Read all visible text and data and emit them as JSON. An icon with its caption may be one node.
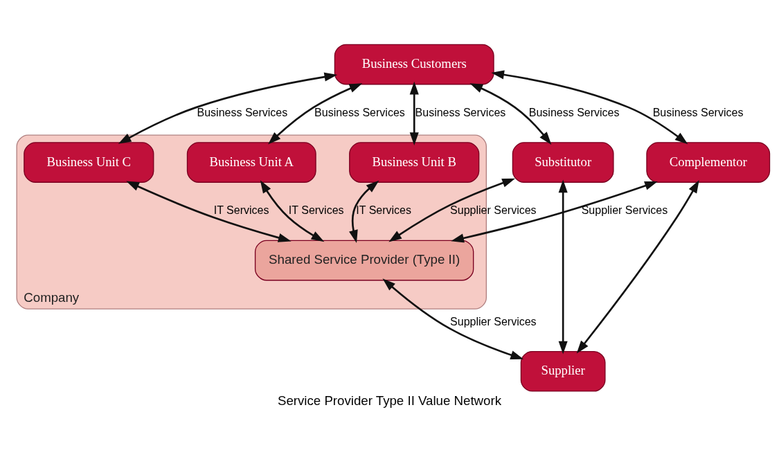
{
  "diagram": {
    "caption": "Service Provider Type II Value Network",
    "nodes": [
      {
        "text": [
          "Business Customers"
        ]
      },
      {
        "text": [
          "Company"
        ]
      },
      {
        "text": [
          "Business Unit A"
        ],
        "in": 1
      },
      {
        "text": [
          "Business Unit B"
        ],
        "in": 1
      },
      {
        "text": [
          "Business Unit C"
        ],
        "in": 1
      },
      {
        "text": [
          "Shared Service Provider (Type II)"
        ],
        "in": 1
      },
      {
        "text": [
          "Complementor"
        ]
      },
      {
        "text": [
          "Substitutor"
        ]
      },
      {
        "text": [
          "Supplier"
        ]
      }
    ],
    "edges": [
      {
        "from": 0,
        "to": 6,
        "arrow": "both",
        "label": "Business Services"
      },
      {
        "from": 0,
        "to": 7,
        "arrow": "both",
        "label": "Business Services"
      },
      {
        "from": 0,
        "to": 2,
        "arrow": "both",
        "label": "Business Services"
      },
      {
        "from": 0,
        "to": 3,
        "arrow": "both",
        "label": "Business Services"
      },
      {
        "from": 0,
        "to": 4,
        "arrow": "both",
        "label": "Business Services"
      },
      {
        "from": 2,
        "to": 5,
        "arrow": "both",
        "label": "IT Services"
      },
      {
        "from": 3,
        "to": 5,
        "arrow": "both",
        "label": "IT Services"
      },
      {
        "from": 4,
        "to": 5,
        "arrow": "both",
        "label": "IT Services"
      },
      {
        "from": 6,
        "to": 5,
        "arrow": "both",
        "label": "Supplier Services"
      },
      {
        "from": 7,
        "to": 5,
        "arrow": "both",
        "label": "Supplier Services"
      },
      {
        "from": 5,
        "to": 8,
        "arrow": "both",
        "label": "Supplier Services"
      },
      {
        "from": 6,
        "to": 8,
        "arrow": "both"
      },
      {
        "from": 7,
        "to": 8,
        "arrow": "both"
      }
    ]
  }
}
